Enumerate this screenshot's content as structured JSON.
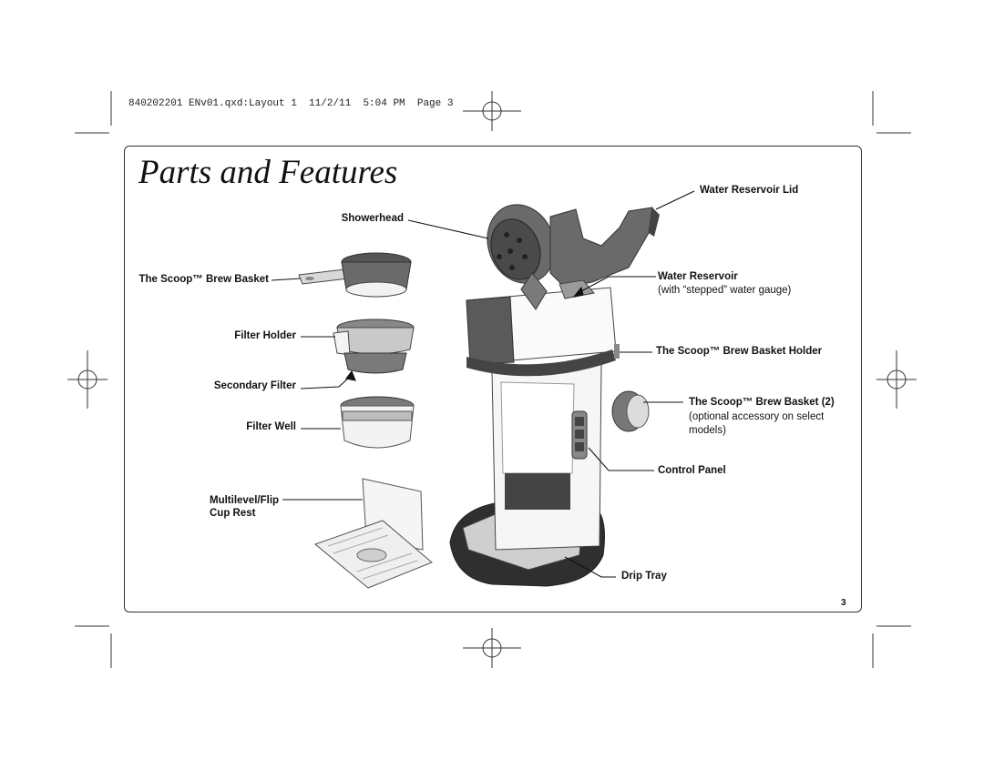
{
  "slug": "840202201 ENv01.qxd:Layout 1  11/2/11  5:04 PM  Page 3",
  "title": "Parts and Features",
  "labels": {
    "showerhead": "Showerhead",
    "brew_basket": "The Scoop™ Brew Basket",
    "filter_holder": "Filter Holder",
    "secondary_filter": "Secondary Filter",
    "filter_well": "Filter Well",
    "cup_rest_line1": "Multilevel/Flip",
    "cup_rest_line2": "Cup Rest",
    "reservoir_lid": "Water Reservoir Lid",
    "reservoir": "Water Reservoir",
    "reservoir_note": "(with “stepped” water gauge)",
    "basket_holder": "The Scoop™ Brew Basket Holder",
    "brew_basket_2": "The Scoop™ Brew Basket (2)",
    "brew_basket_2_note1": "(optional accessory on select",
    "brew_basket_2_note2": "models)",
    "control_panel": "Control Panel",
    "drip_tray": "Drip Tray"
  },
  "page_number": "3"
}
